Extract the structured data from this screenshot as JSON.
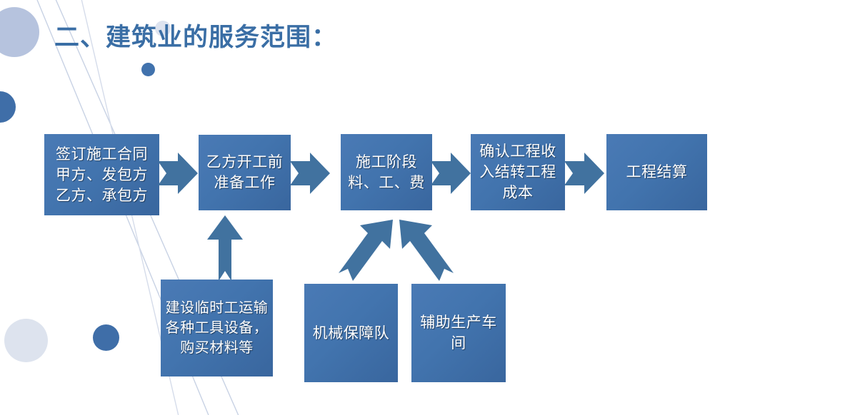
{
  "slide": {
    "title": "二、建筑业的服务范围：",
    "title_color": "#3a6ea5",
    "background_color": "#ffffff",
    "box_fill_color": "#4272ae",
    "box_text_color": "#ffffff",
    "arrow_color": "#41729f"
  },
  "flow": {
    "main_steps": [
      {
        "id": "contract",
        "label": "签订施工合同甲方、发包方乙方、承包方"
      },
      {
        "id": "prep",
        "label": "乙方开工前准备工作"
      },
      {
        "id": "stage",
        "label": "施工阶段料、工、费"
      },
      {
        "id": "revenue",
        "label": "确认工程收入结转工程成本"
      },
      {
        "id": "settle",
        "label": "工程结算"
      }
    ],
    "support_steps": [
      {
        "id": "temp",
        "label": "建设临时工运输各种工具设备，购买材料等"
      },
      {
        "id": "machine",
        "label": "机械保障队"
      },
      {
        "id": "auxiliary",
        "label": "辅助生产车间"
      }
    ],
    "connectors": [
      {
        "id": "arrow-1",
        "from": "contract",
        "to": "prep",
        "direction": "right"
      },
      {
        "id": "arrow-2",
        "from": "prep",
        "to": "stage",
        "direction": "right"
      },
      {
        "id": "arrow-3",
        "from": "stage",
        "to": "revenue",
        "direction": "right"
      },
      {
        "id": "arrow-4",
        "from": "revenue",
        "to": "settle",
        "direction": "right"
      },
      {
        "id": "arrow-up-temp",
        "from": "temp",
        "to": "prep",
        "direction": "up"
      },
      {
        "id": "arrow-diag-left",
        "from": "machine",
        "to": "stage",
        "direction": "up-right"
      },
      {
        "id": "arrow-diag-right",
        "from": "auxiliary",
        "to": "stage",
        "direction": "up-left"
      }
    ]
  },
  "decor": {
    "circles": [
      {
        "id": "circle-top-left",
        "color": "#b6c3de"
      },
      {
        "id": "circle-left-edge",
        "color": "#3f6ea8"
      },
      {
        "id": "circle-title-dot",
        "color": "#4172ad"
      },
      {
        "id": "circle-title-ghost",
        "color": "#dde3ef"
      },
      {
        "id": "circle-bottom-pale",
        "color": "#dde3ee"
      },
      {
        "id": "circle-bottom-blue",
        "color": "#3f6ea8"
      }
    ],
    "line_color": "#c8d2e4"
  }
}
